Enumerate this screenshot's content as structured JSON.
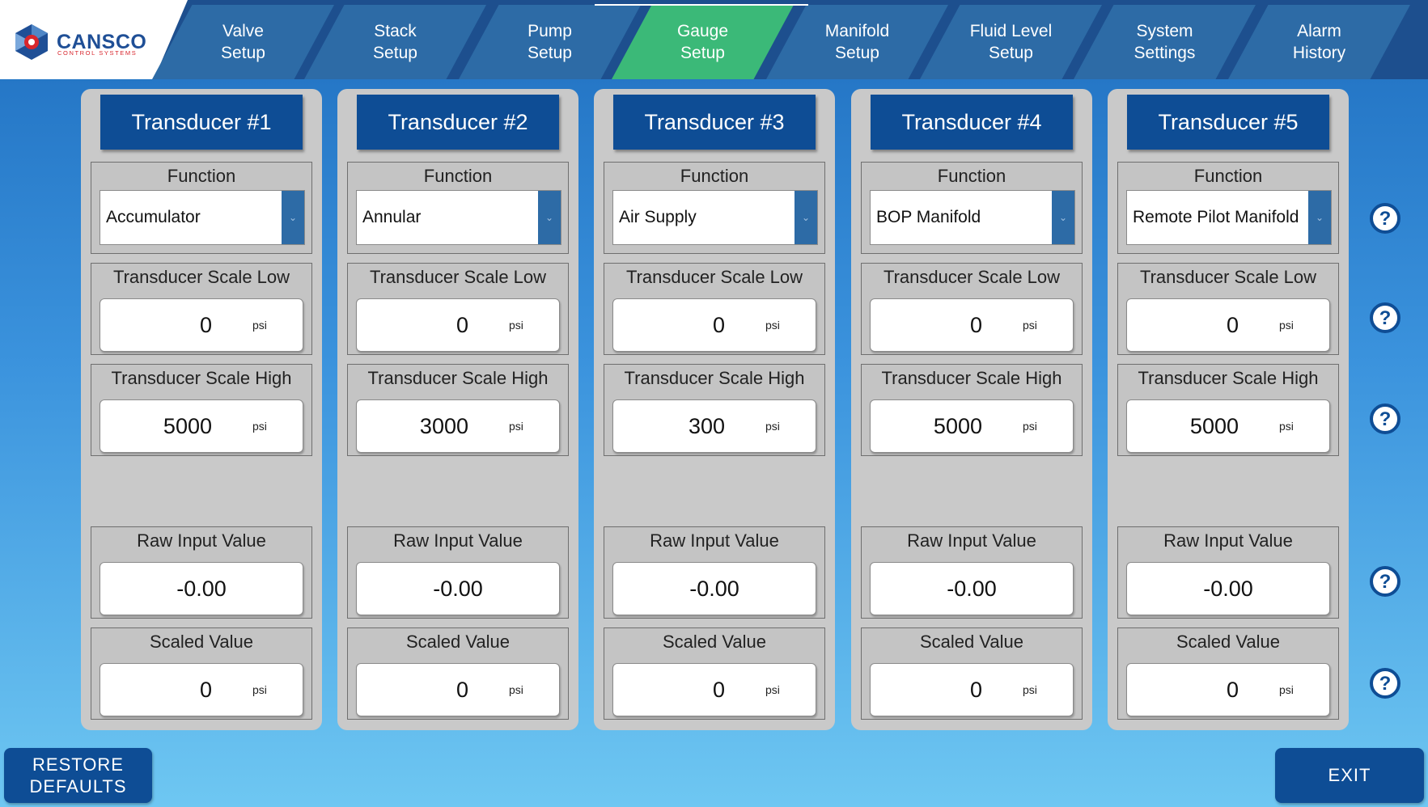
{
  "brand": {
    "name": "CANSCO",
    "subtitle": "CONTROL SYSTEMS"
  },
  "tabs": [
    {
      "label": "Valve\nSetup",
      "active": false
    },
    {
      "label": "Stack\nSetup",
      "active": false
    },
    {
      "label": "Pump\nSetup",
      "active": false
    },
    {
      "label": "Gauge\nSetup",
      "active": true
    },
    {
      "label": "Manifold\nSetup",
      "active": false
    },
    {
      "label": "Fluid Level\nSetup",
      "active": false
    },
    {
      "label": "System\nSettings",
      "active": false
    },
    {
      "label": "Alarm\nHistory",
      "active": false
    }
  ],
  "labels": {
    "function": "Function",
    "scale_low": "Transducer Scale Low",
    "scale_high": "Transducer Scale High",
    "raw_input": "Raw Input Value",
    "scaled": "Scaled Value",
    "unit": "psi"
  },
  "transducers": [
    {
      "title": "Transducer #1",
      "function": "Accumulator",
      "scale_low": "0",
      "scale_high": "5000",
      "raw_input": "-0.00",
      "scaled": "0"
    },
    {
      "title": "Transducer #2",
      "function": "Annular",
      "scale_low": "0",
      "scale_high": "3000",
      "raw_input": "-0.00",
      "scaled": "0"
    },
    {
      "title": "Transducer #3",
      "function": "Air Supply",
      "scale_low": "0",
      "scale_high": "300",
      "raw_input": "-0.00",
      "scaled": "0"
    },
    {
      "title": "Transducer #4",
      "function": "BOP Manifold",
      "scale_low": "0",
      "scale_high": "5000",
      "raw_input": "-0.00",
      "scaled": "0"
    },
    {
      "title": "Transducer #5",
      "function": "Remote Pilot Manifold",
      "scale_low": "0",
      "scale_high": "5000",
      "raw_input": "-0.00",
      "scaled": "0"
    }
  ],
  "buttons": {
    "restore": "RESTORE\nDEFAULTS",
    "exit": "EXIT"
  },
  "colors": {
    "header": "#1d4f8e",
    "tab": "#2d6ba6",
    "tab_active": "#3bb978",
    "title_box": "#0e4d95",
    "panel": "#c9c9c9"
  },
  "icons": {
    "help": "question-circle-icon",
    "dropdown": "chevron-down-icon",
    "logo": "cansco-hexagon-logo"
  }
}
